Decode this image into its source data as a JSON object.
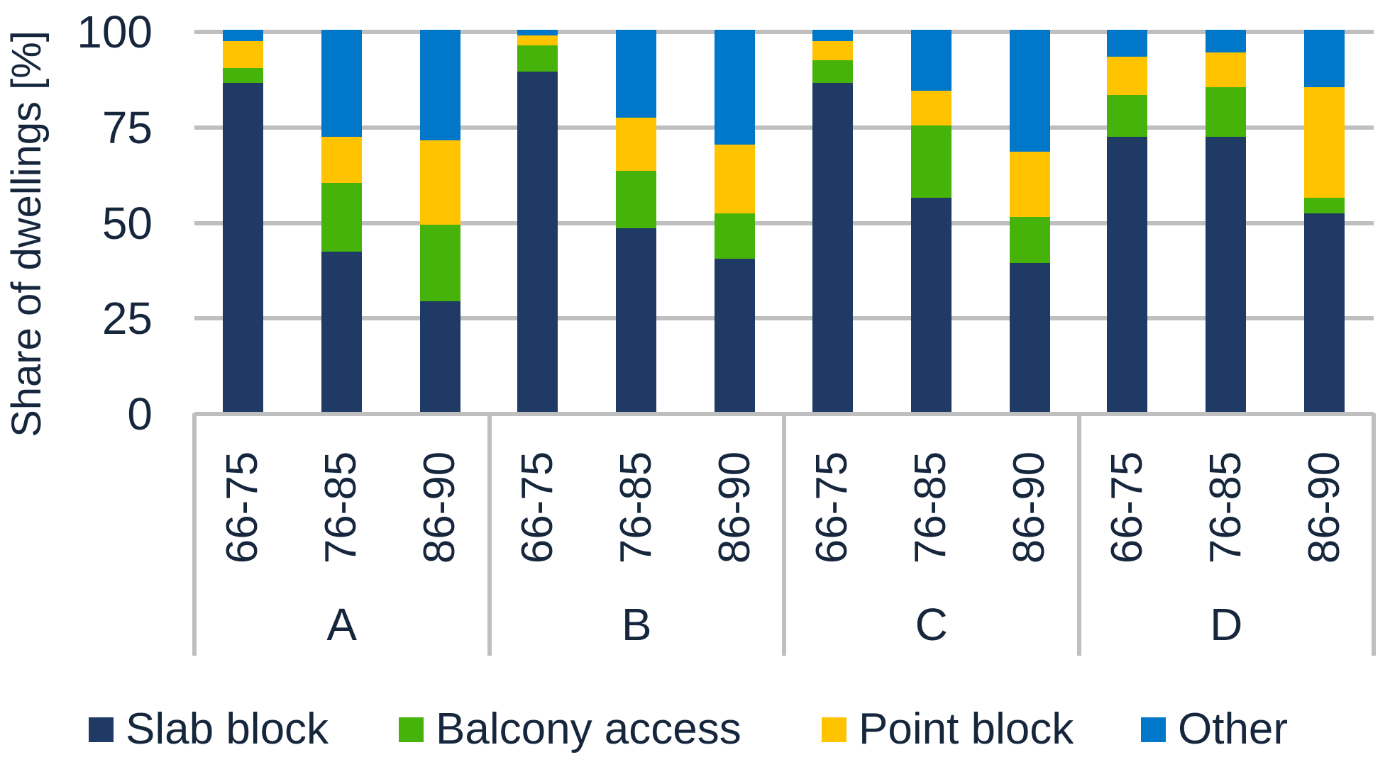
{
  "chart_data": {
    "type": "bar",
    "subtype": "stacked-percent",
    "title": "",
    "ylabel": "Share of dwellings [%]",
    "xlabel": "",
    "ylim": [
      0,
      100
    ],
    "y_ticks": [
      0,
      25,
      50,
      75,
      100
    ],
    "grid": "horizontal",
    "legend_position": "bottom",
    "groups": [
      "A",
      "B",
      "C",
      "D"
    ],
    "categories_per_group": [
      "66-75",
      "76-85",
      "86-90"
    ],
    "series": [
      {
        "name": "Slab block",
        "color": "#1F3A64",
        "values": [
          86,
          42,
          29,
          89,
          48,
          40,
          86,
          56,
          39,
          72,
          72,
          52
        ]
      },
      {
        "name": "Balcony access",
        "color": "#46B30B",
        "values": [
          4,
          18,
          20,
          7,
          15,
          12,
          6,
          19,
          12,
          11,
          13,
          4
        ]
      },
      {
        "name": "Point block",
        "color": "#FFC300",
        "values": [
          7,
          12,
          22,
          2.5,
          14,
          18,
          5,
          9,
          17,
          10,
          9,
          29
        ]
      },
      {
        "name": "Other",
        "color": "#0077C8",
        "values": [
          3,
          28,
          29,
          1.5,
          23,
          30,
          3,
          16,
          32,
          7,
          6,
          15
        ]
      }
    ],
    "colors": {
      "slab_block": "#1F3A64",
      "balcony_access": "#46B30B",
      "point_block": "#FFC300",
      "other": "#0077C8",
      "gridline": "#BFBFBF",
      "text": "#16273D"
    }
  }
}
